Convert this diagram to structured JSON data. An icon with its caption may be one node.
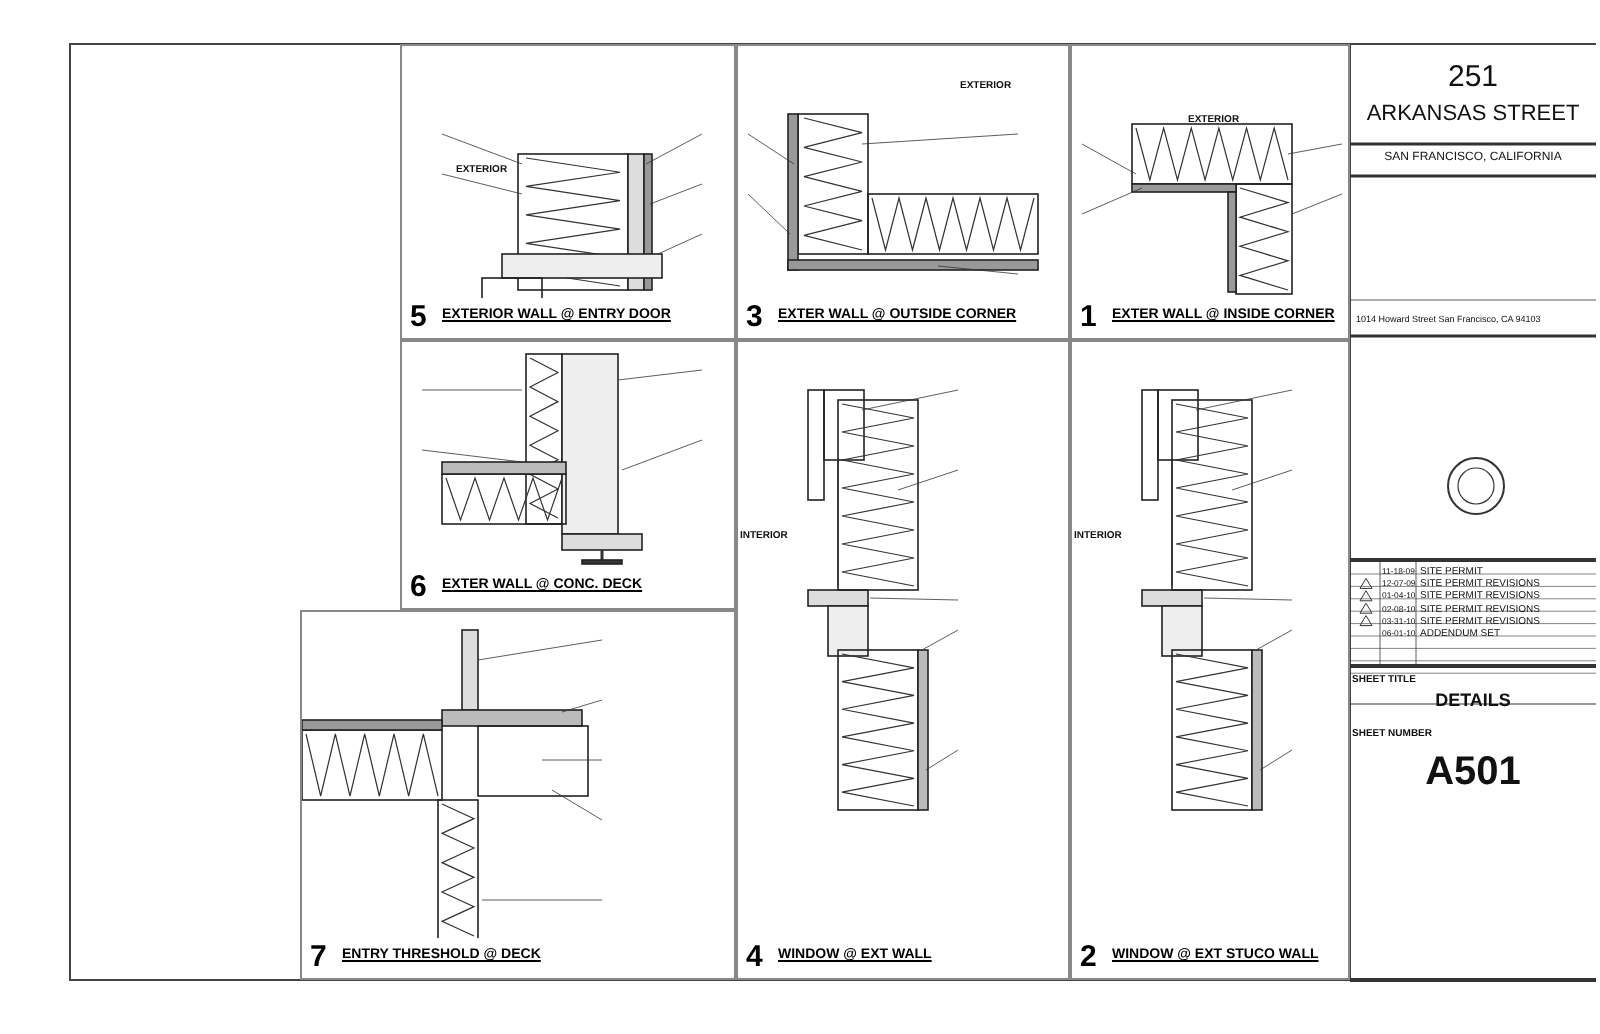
{
  "diagram": {
    "nodes": [
      {
        "text": [
          "5",
          "EXTERIOR WALL @ ENTRY DOOR"
        ]
      },
      {
        "text": [
          "3",
          "EXTER WALL @ OUTSIDE CORNER"
        ]
      },
      {
        "text": [
          "1",
          "EXTER WALL @ INSIDE CORNER"
        ]
      },
      {
        "text": [
          "6",
          "EXTER WALL @ CONC. DECK"
        ]
      },
      {
        "text": [
          "4",
          "WINDOW @ EXT WALL"
        ]
      },
      {
        "text": [
          "2",
          "WINDOW @ EXT STUCO WALL"
        ]
      },
      {
        "text": [
          "7",
          "ENTRY THRESHOLD @ DECK"
        ]
      }
    ],
    "edges": [],
    "labels": [
      "251",
      "ARKANSAS STREET",
      "SAN FRANCISCO, CALIFORNIA",
      "1014 Howard Street San Francisco, CA 94103",
      "11-18-09",
      "SITE PERMIT",
      "12-07-09",
      "SITE PERMIT REVISIONS",
      "01-04-10",
      "SITE PERMIT REVISIONS",
      "02-08-10",
      "SITE PERMIT REVISIONS",
      "03-31-10",
      "SITE PERMIT REVISIONS",
      "06-01-10",
      "ADDENDUM SET",
      "SHEET TITLE",
      "DETAILS",
      "SHEET NUMBER",
      "A501",
      "EXTERIOR",
      "EXTERIOR",
      "EXTERIOR",
      "INTERIOR",
      "INTERIOR"
    ]
  }
}
